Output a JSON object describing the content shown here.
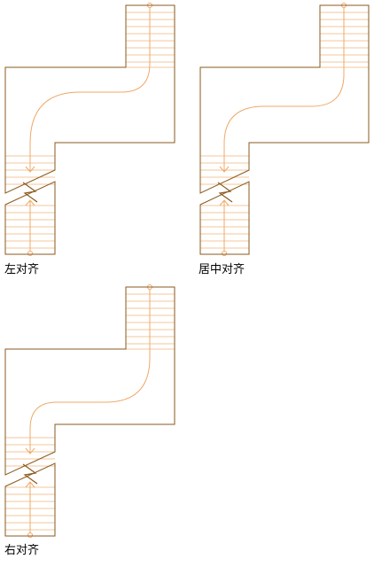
{
  "captions": {
    "left": "左对齐",
    "center": "居中对齐",
    "right": "右对齐"
  },
  "colors": {
    "outline": "#8a5a1e",
    "tread": "#f3c79b",
    "walk_line": "#f0a868"
  }
}
